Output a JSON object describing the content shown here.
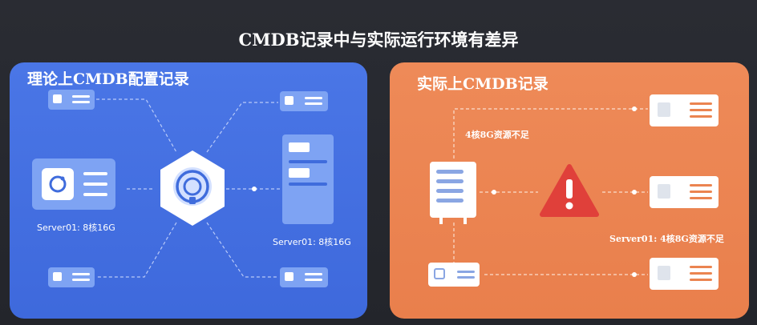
{
  "title": "CMDB记录中与实际运行环境有差异",
  "left_panel": {
    "title": "理论上CMDB配置记录",
    "server_label_left": "Server01: 8核16G",
    "server_label_right": "Server01: 8核16G",
    "hub_icon": "hexagon-hub-icon",
    "color": "#4470e2"
  },
  "right_panel": {
    "title": "实际上CMDB记录",
    "label_top": "4核8G资源不足",
    "label_bottom": "Server01: 4核8G资源不足",
    "warning_icon": "warning-triangle-icon",
    "color": "#eb8450",
    "warning_color": "#e0403a"
  }
}
